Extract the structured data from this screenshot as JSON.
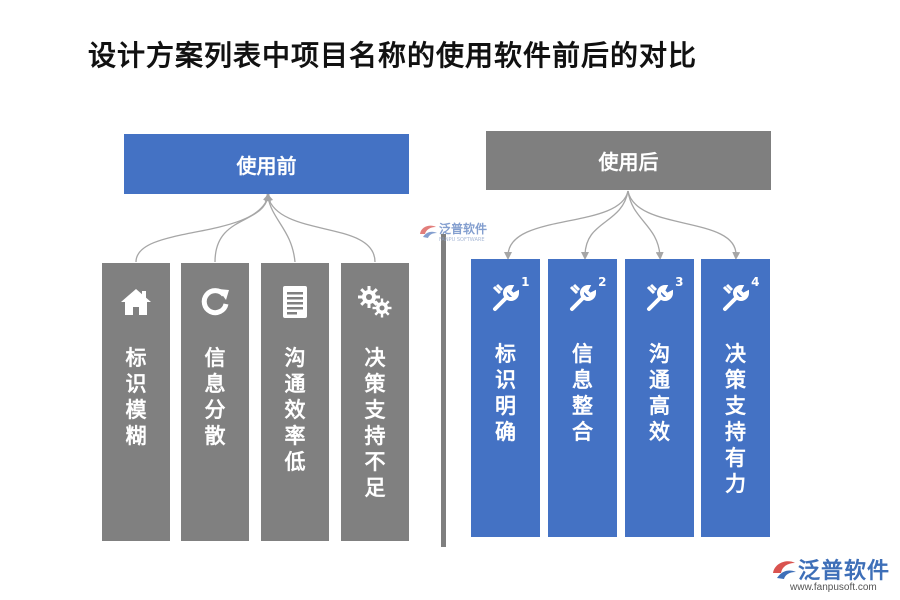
{
  "title": "设计方案列表中项目名称的使用软件前后的对比",
  "before": {
    "header": "使用前",
    "items": [
      {
        "label": "标识模糊",
        "icon": "home-icon"
      },
      {
        "label": "信息分散",
        "icon": "refresh-icon"
      },
      {
        "label": "沟通效率低",
        "icon": "document-icon"
      },
      {
        "label": "决策支持不足",
        "icon": "gears-icon"
      }
    ]
  },
  "after": {
    "header": "使用后",
    "items": [
      {
        "label": "标识明确",
        "icon": "wrench-icon",
        "num": "1"
      },
      {
        "label": "信息整合",
        "icon": "wrench-icon",
        "num": "2"
      },
      {
        "label": "沟通高效",
        "icon": "wrench-icon",
        "num": "3"
      },
      {
        "label": "决策支持有力",
        "icon": "wrench-icon",
        "num": "4"
      }
    ]
  },
  "watermark": {
    "main": "泛普软件",
    "sub": "FANPU SOFTWARE"
  },
  "logo": {
    "text": "泛普软件",
    "url": "www.fanpusoft.com"
  },
  "colors": {
    "blue": "#4472c4",
    "gray": "#7f7f7f",
    "connector": "#a6a6a6"
  }
}
